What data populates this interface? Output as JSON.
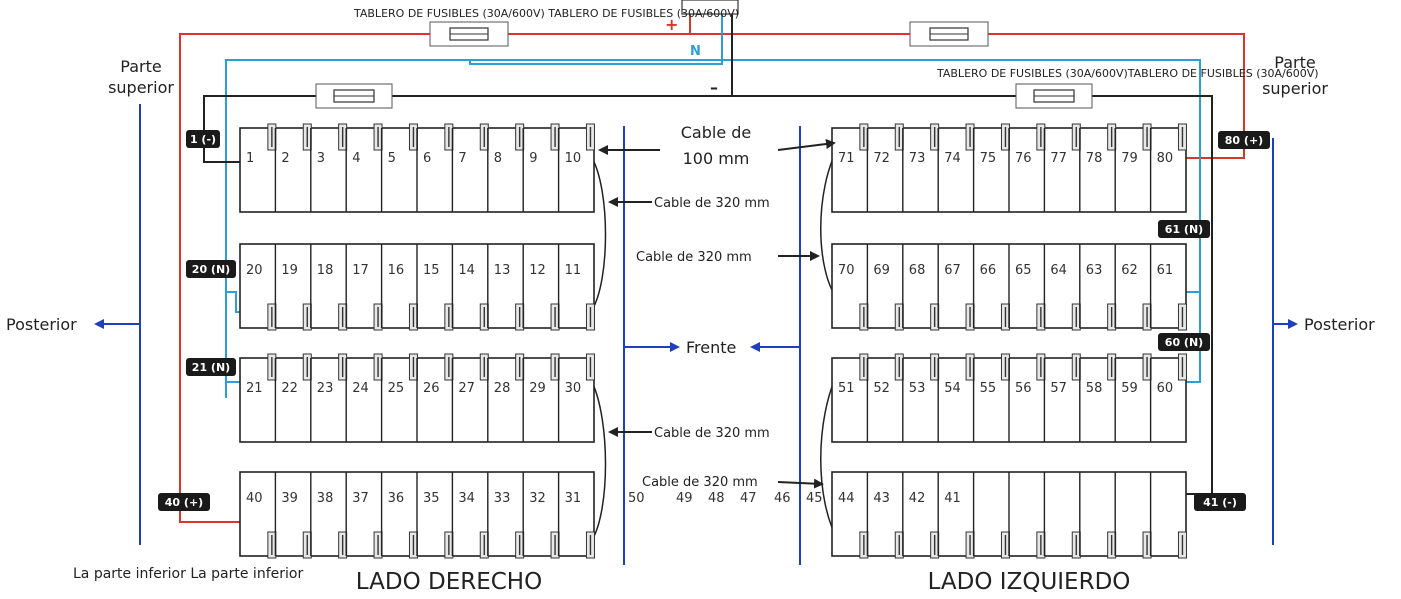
{
  "fuse_labels": {
    "top": "TABLERO DE FUSIBLES (30A/600V) TABLERO DE FUSIBLES (30A/600V)",
    "right": "TABLERO DE FUSIBLES (30A/600V)TABLERO DE FUSIBLES (30A/600V)"
  },
  "polarity": {
    "plus": "+",
    "neutral": "N",
    "minus": "–"
  },
  "side_labels": {
    "top_left_1": "Parte",
    "top_left_2": "superior",
    "top_right_1": "Parte",
    "top_right_2": "superior",
    "rear_left": "Posterior",
    "rear_right": "Posterior",
    "front": "Frente",
    "bottom_left": "La parte inferior La parte inferior",
    "right_side": "LADO DERECHO",
    "left_side": "LADO IZQUIERDO"
  },
  "cable_labels": {
    "c100_1": "Cable de",
    "c100_2": "100 mm",
    "c320": "Cable de 320 mm"
  },
  "terminal_badges": {
    "b1": "1 (-)",
    "b20": "20 (N)",
    "b21": "21 (N)",
    "b40": "40 (+)",
    "b80": "80 (+)",
    "b61": "61 (N)",
    "b60": "60 (N)",
    "b41": "41 (-)"
  },
  "rows": [
    {
      "labels": [
        "1",
        "2",
        "3",
        "4",
        "5",
        "6",
        "7",
        "8",
        "9",
        "10"
      ]
    },
    {
      "labels": [
        "20",
        "19",
        "18",
        "17",
        "16",
        "15",
        "14",
        "13",
        "12",
        "11"
      ]
    },
    {
      "labels": [
        "21",
        "22",
        "23",
        "24",
        "25",
        "26",
        "27",
        "28",
        "29",
        "30"
      ]
    },
    {
      "labels": [
        "40",
        "39",
        "38",
        "37",
        "36",
        "35",
        "34",
        "33",
        "32",
        "31"
      ]
    },
    {
      "labels": [
        "71",
        "72",
        "73",
        "74",
        "75",
        "76",
        "77",
        "78",
        "79",
        "80"
      ]
    },
    {
      "labels": [
        "70",
        "69",
        "68",
        "67",
        "66",
        "65",
        "64",
        "63",
        "62",
        "61"
      ]
    },
    {
      "labels": [
        "51",
        "52",
        "53",
        "54",
        "55",
        "56",
        "57",
        "58",
        "59",
        "60"
      ]
    },
    {
      "labels": [
        "44",
        "43",
        "42",
        "41",
        "",
        "",
        "",
        "",
        "",
        ""
      ]
    }
  ],
  "middle_numbers": [
    "50",
    "49",
    "48",
    "47",
    "46",
    "45"
  ],
  "colors": {
    "red": "#d9362b",
    "blue": "#2c9fd6",
    "dark": "#222222",
    "arrow_blue": "#1f3fbf"
  }
}
